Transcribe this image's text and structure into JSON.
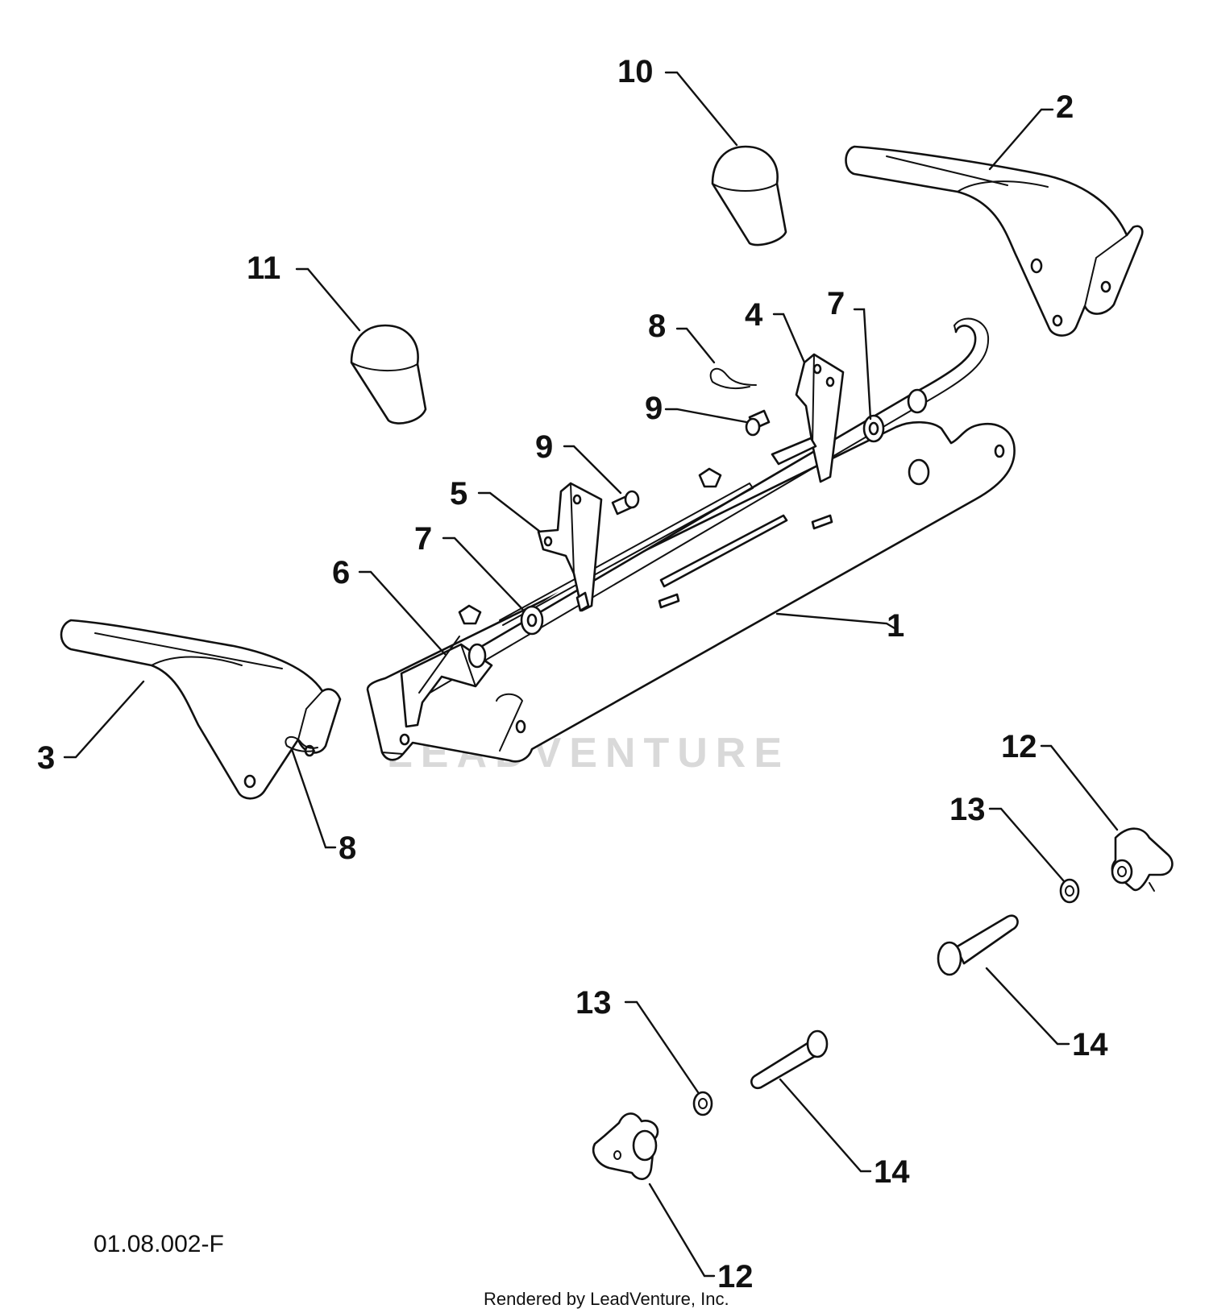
{
  "diagram": {
    "reference_code": "01.08.002-F",
    "credit": "Rendered by LeadVenture, Inc.",
    "watermark": "LEADVENTURE",
    "callouts": [
      "1",
      "2",
      "3",
      "4",
      "5",
      "6",
      "7",
      "7",
      "8",
      "8",
      "9",
      "9",
      "10",
      "11",
      "12",
      "12",
      "13",
      "13",
      "14",
      "14"
    ]
  },
  "colors": {
    "line": "#111111",
    "background": "#ffffff",
    "watermark": "#d9d9d9"
  }
}
